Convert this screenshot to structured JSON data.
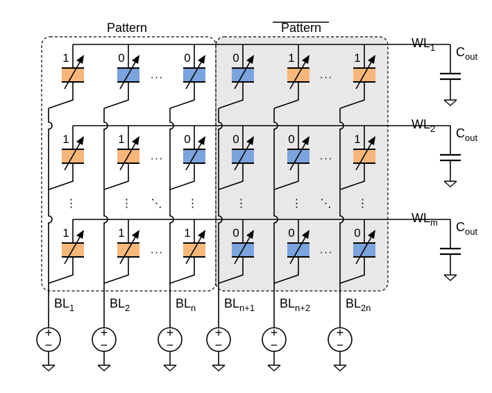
{
  "headers": {
    "pattern": "Pattern",
    "pattern_inverted": "Pattern"
  },
  "colors": {
    "bit_one": "#f7b77a",
    "bit_zero": "#7ba3dc",
    "inverted_region": "#e8e8e8",
    "stroke": "#000000"
  },
  "columns": [
    {
      "base": "BL",
      "sub": "1"
    },
    {
      "base": "BL",
      "sub": "2"
    },
    {
      "base": "BL",
      "sub": "n"
    },
    {
      "base": "BL",
      "sub": "n+1"
    },
    {
      "base": "BL",
      "sub": "n+2"
    },
    {
      "base": "BL",
      "sub": "2n"
    }
  ],
  "rows": [
    {
      "base": "WL",
      "sub": "1",
      "bits": [
        "1",
        "0",
        "0",
        "0",
        "1",
        "1"
      ]
    },
    {
      "base": "WL",
      "sub": "2",
      "bits": [
        "1",
        "1",
        "0",
        "0",
        "0",
        "1"
      ]
    },
    {
      "base": "WL",
      "sub": "m",
      "bits": [
        "1",
        "1",
        "1",
        "0",
        "0",
        "0"
      ]
    }
  ],
  "capacitor": {
    "base": "C",
    "sub": "out"
  },
  "source_symbols": {
    "plus": "+",
    "minus": "−"
  },
  "ellipsis": {
    "horizontal": "···",
    "vertical": "⋮",
    "diagonal": "⋱"
  }
}
